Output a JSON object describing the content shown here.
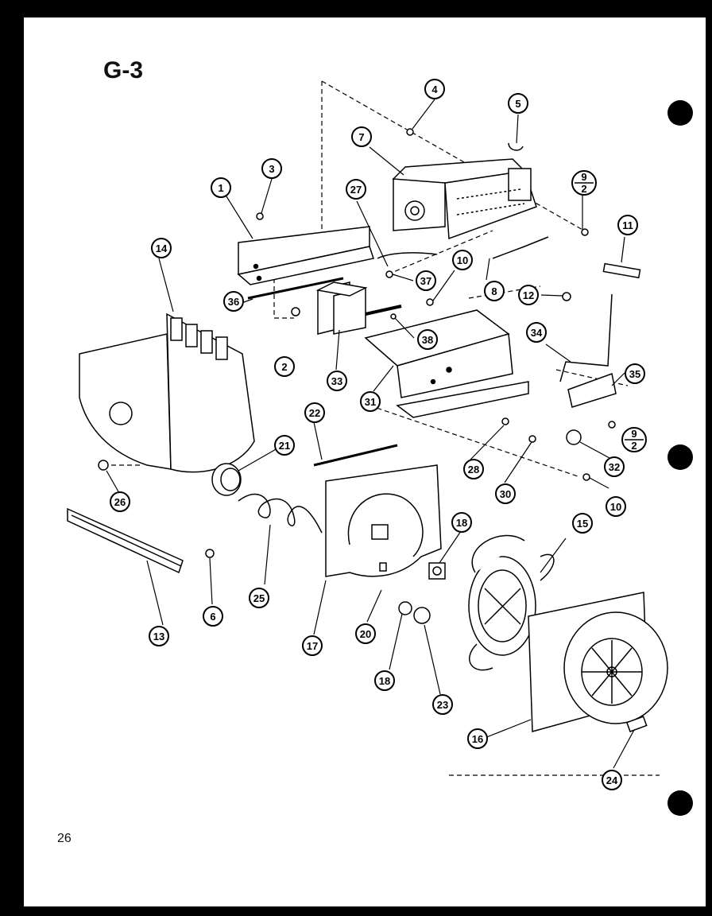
{
  "header": {
    "title": "G-3"
  },
  "footer": {
    "page_number": "26"
  },
  "callouts": [
    {
      "id": "c1",
      "label": "1"
    },
    {
      "id": "c2",
      "label": "2"
    },
    {
      "id": "c3",
      "label": "3"
    },
    {
      "id": "c4",
      "label": "4"
    },
    {
      "id": "c5",
      "label": "5"
    },
    {
      "id": "c6",
      "label": "6"
    },
    {
      "id": "c7",
      "label": "7"
    },
    {
      "id": "c8",
      "label": "8"
    },
    {
      "id": "c9a",
      "label": "9",
      "sub": "2"
    },
    {
      "id": "c9b",
      "label": "9",
      "sub": "2"
    },
    {
      "id": "c10a",
      "label": "10"
    },
    {
      "id": "c10b",
      "label": "10"
    },
    {
      "id": "c11",
      "label": "11"
    },
    {
      "id": "c12",
      "label": "12"
    },
    {
      "id": "c13",
      "label": "13"
    },
    {
      "id": "c14",
      "label": "14"
    },
    {
      "id": "c15",
      "label": "15"
    },
    {
      "id": "c16",
      "label": "16"
    },
    {
      "id": "c17",
      "label": "17"
    },
    {
      "id": "c18a",
      "label": "18"
    },
    {
      "id": "c18b",
      "label": "18"
    },
    {
      "id": "c20",
      "label": "20"
    },
    {
      "id": "c21",
      "label": "21"
    },
    {
      "id": "c22",
      "label": "22"
    },
    {
      "id": "c23",
      "label": "23"
    },
    {
      "id": "c24",
      "label": "24"
    },
    {
      "id": "c25",
      "label": "25"
    },
    {
      "id": "c26",
      "label": "26"
    },
    {
      "id": "c27",
      "label": "27"
    },
    {
      "id": "c28",
      "label": "28"
    },
    {
      "id": "c30",
      "label": "30"
    },
    {
      "id": "c31",
      "label": "31"
    },
    {
      "id": "c32",
      "label": "32"
    },
    {
      "id": "c33",
      "label": "33"
    },
    {
      "id": "c34",
      "label": "34"
    },
    {
      "id": "c35",
      "label": "35"
    },
    {
      "id": "c36",
      "label": "36"
    },
    {
      "id": "c37",
      "label": "37"
    },
    {
      "id": "c38",
      "label": "38"
    }
  ]
}
